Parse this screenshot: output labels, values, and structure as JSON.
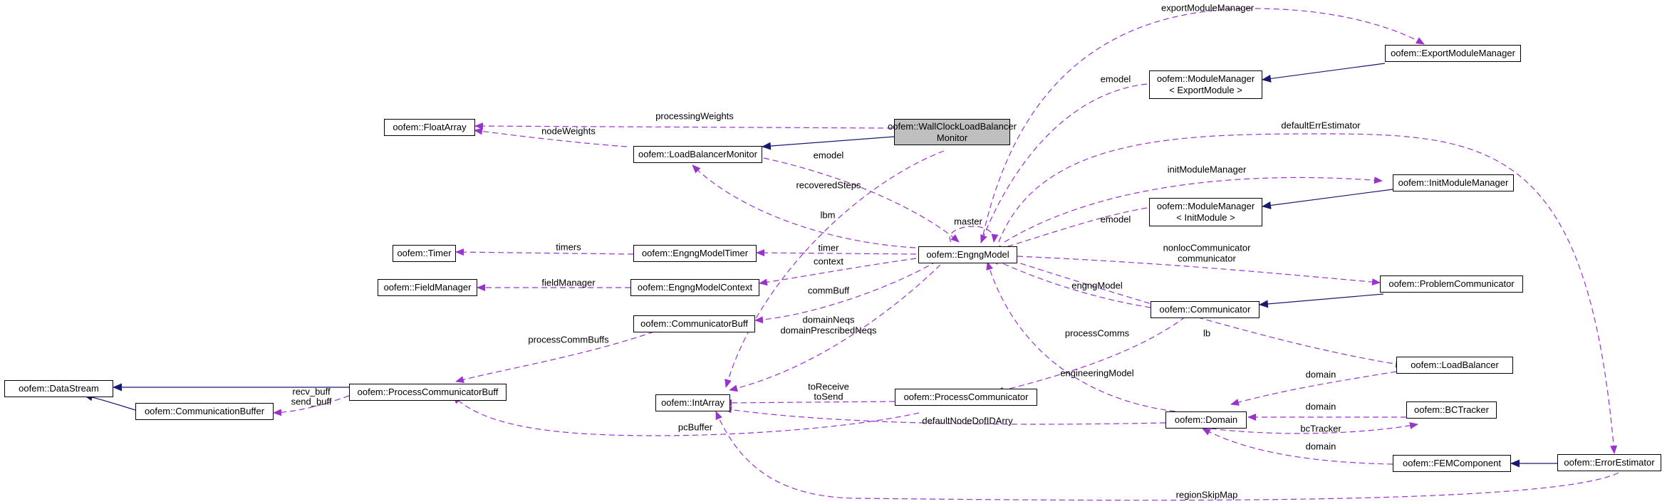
{
  "colors": {
    "inherit": "#191970",
    "usage": "#9a32cd",
    "focus_fill": "#bfbfbf"
  },
  "nodes": {
    "wall": {
      "line1": "oofem::WallClockLoadBalancer",
      "line2": "Monitor"
    },
    "float": {
      "label": "oofem::FloatArray"
    },
    "lbm": {
      "label": "oofem::LoadBalancerMonitor"
    },
    "emmexp": {
      "line1": "oofem::ModuleManager",
      "line2": "< ExportModule >"
    },
    "exportmm": {
      "label": "oofem::ExportModuleManager"
    },
    "initmm": {
      "label": "oofem::InitModuleManager"
    },
    "emminit": {
      "line1": "oofem::ModuleManager",
      "line2": "< InitModule >"
    },
    "engng": {
      "label": "oofem::EngngModel"
    },
    "timer": {
      "label": "oofem::Timer"
    },
    "emtimer": {
      "label": "oofem::EngngModelTimer"
    },
    "fieldmgr": {
      "label": "oofem::FieldManager"
    },
    "emctx": {
      "label": "oofem::EngngModelContext"
    },
    "commbuff": {
      "label": "oofem::CommunicatorBuff"
    },
    "probcomm": {
      "label": "oofem::ProblemCommunicator"
    },
    "comm": {
      "label": "oofem::Communicator"
    },
    "datastream": {
      "label": "oofem::DataStream"
    },
    "pcb": {
      "label": "oofem::ProcessCommunicatorBuff"
    },
    "commbuffer": {
      "label": "oofem::CommunicationBuffer"
    },
    "intarray": {
      "label": "oofem::IntArray"
    },
    "proccomm": {
      "label": "oofem::ProcessCommunicator"
    },
    "lb": {
      "label": "oofem::LoadBalancer"
    },
    "domain": {
      "label": "oofem::Domain"
    },
    "bctracker": {
      "label": "oofem::BCTracker"
    },
    "femcomp": {
      "label": "oofem::FEMComponent"
    },
    "errest": {
      "label": "oofem::ErrorEstimator"
    }
  },
  "edge_labels": {
    "exportModuleManager": "exportModuleManager",
    "emodel_exp": "emodel",
    "processingWeights": "processingWeights",
    "nodeWeights": "nodeWeights",
    "defaultErrEstimator": "defaultErrEstimator",
    "emodel_lbm": "emodel",
    "recoveredSteps": "recoveredSteps",
    "initModuleManager": "initModuleManager",
    "lbm": "lbm",
    "master": "master",
    "emodel_init": "emodel",
    "timers": "timers",
    "timer": "timer",
    "context": "context",
    "nonlocCommunicator": "nonlocCommunicator",
    "communicator": "communicator",
    "fieldManager": "fieldManager",
    "engngModel": "engngModel",
    "commBuff": "commBuff",
    "domainNeqs": "domainNeqs",
    "domainPrescribedNeqs": "domainPrescribedNeqs",
    "processCommBuffs": "processCommBuffs",
    "processComms": "processComms",
    "lb": "lb",
    "engineeringModel": "engineeringModel",
    "domain_lb": "domain",
    "recv_buff": "recv_buff",
    "send_buff": "send_buff",
    "toReceive": "toReceive",
    "toSend": "toSend",
    "domain_bc": "domain",
    "pcBuffer": "pcBuffer",
    "defaultNodeDofIDArry": "defaultNodeDofIDArry",
    "bcTracker": "bcTracker",
    "domain_fem": "domain",
    "regionSkipMap": "regionSkipMap"
  }
}
